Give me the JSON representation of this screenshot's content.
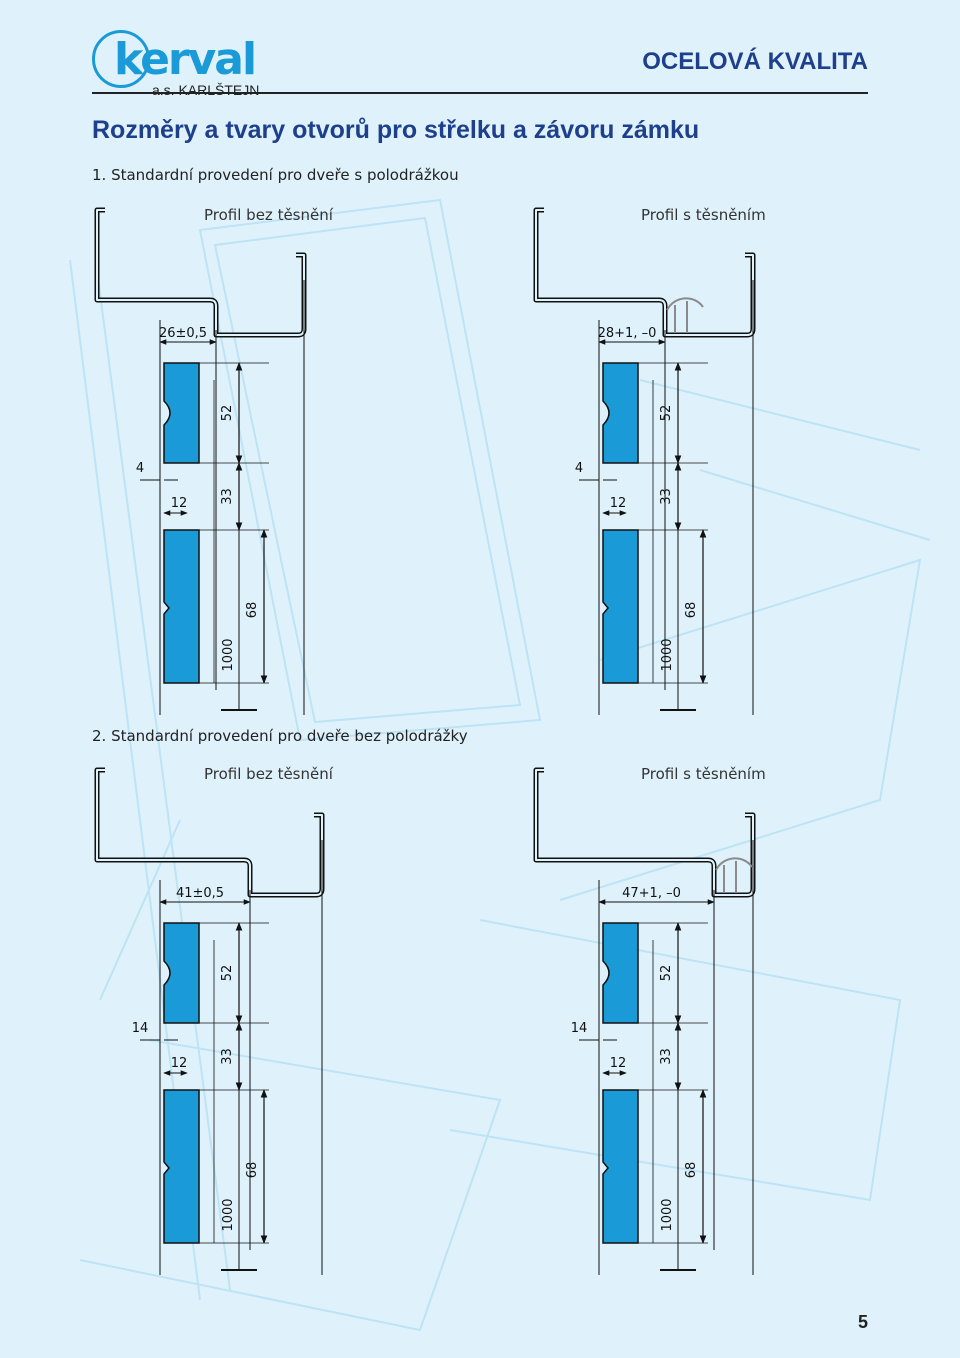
{
  "header": {
    "logo_text": "kerval",
    "logo_sub": "a.s. KARLŠTEJN",
    "quality": "OCELOVÁ KVALITA"
  },
  "title": "Rozměry a tvary otvorů pro střelku a závoru zámku",
  "sections": [
    {
      "heading": "1. Standardní provedení pro dveře s polodrážkou",
      "profiles": [
        {
          "label": "Profil bez těsnění",
          "width_dim": "26±0,5"
        },
        {
          "label": "Profil s těsněním",
          "width_dim": "28+1, –0"
        }
      ],
      "dims": {
        "offset": "4",
        "slot_w": "12",
        "d52": "52",
        "d33": "33",
        "d68": "68",
        "d1000": "1000"
      }
    },
    {
      "heading": "2. Standardní provedení pro dveře bez polodrážky",
      "profiles": [
        {
          "label": "Profil bez těsnění",
          "width_dim": "41±0,5"
        },
        {
          "label": "Profil s těsněním",
          "width_dim": "47+1, –0"
        }
      ],
      "dims": {
        "offset": "14",
        "slot_w": "12",
        "d52": "52",
        "d33": "33",
        "d68": "68",
        "d1000": "1000"
      }
    }
  ],
  "page_number": "5",
  "colors": {
    "slot_fill": "#1a9ad6",
    "title": "#1e3f8c",
    "background": "#dff2fb"
  }
}
